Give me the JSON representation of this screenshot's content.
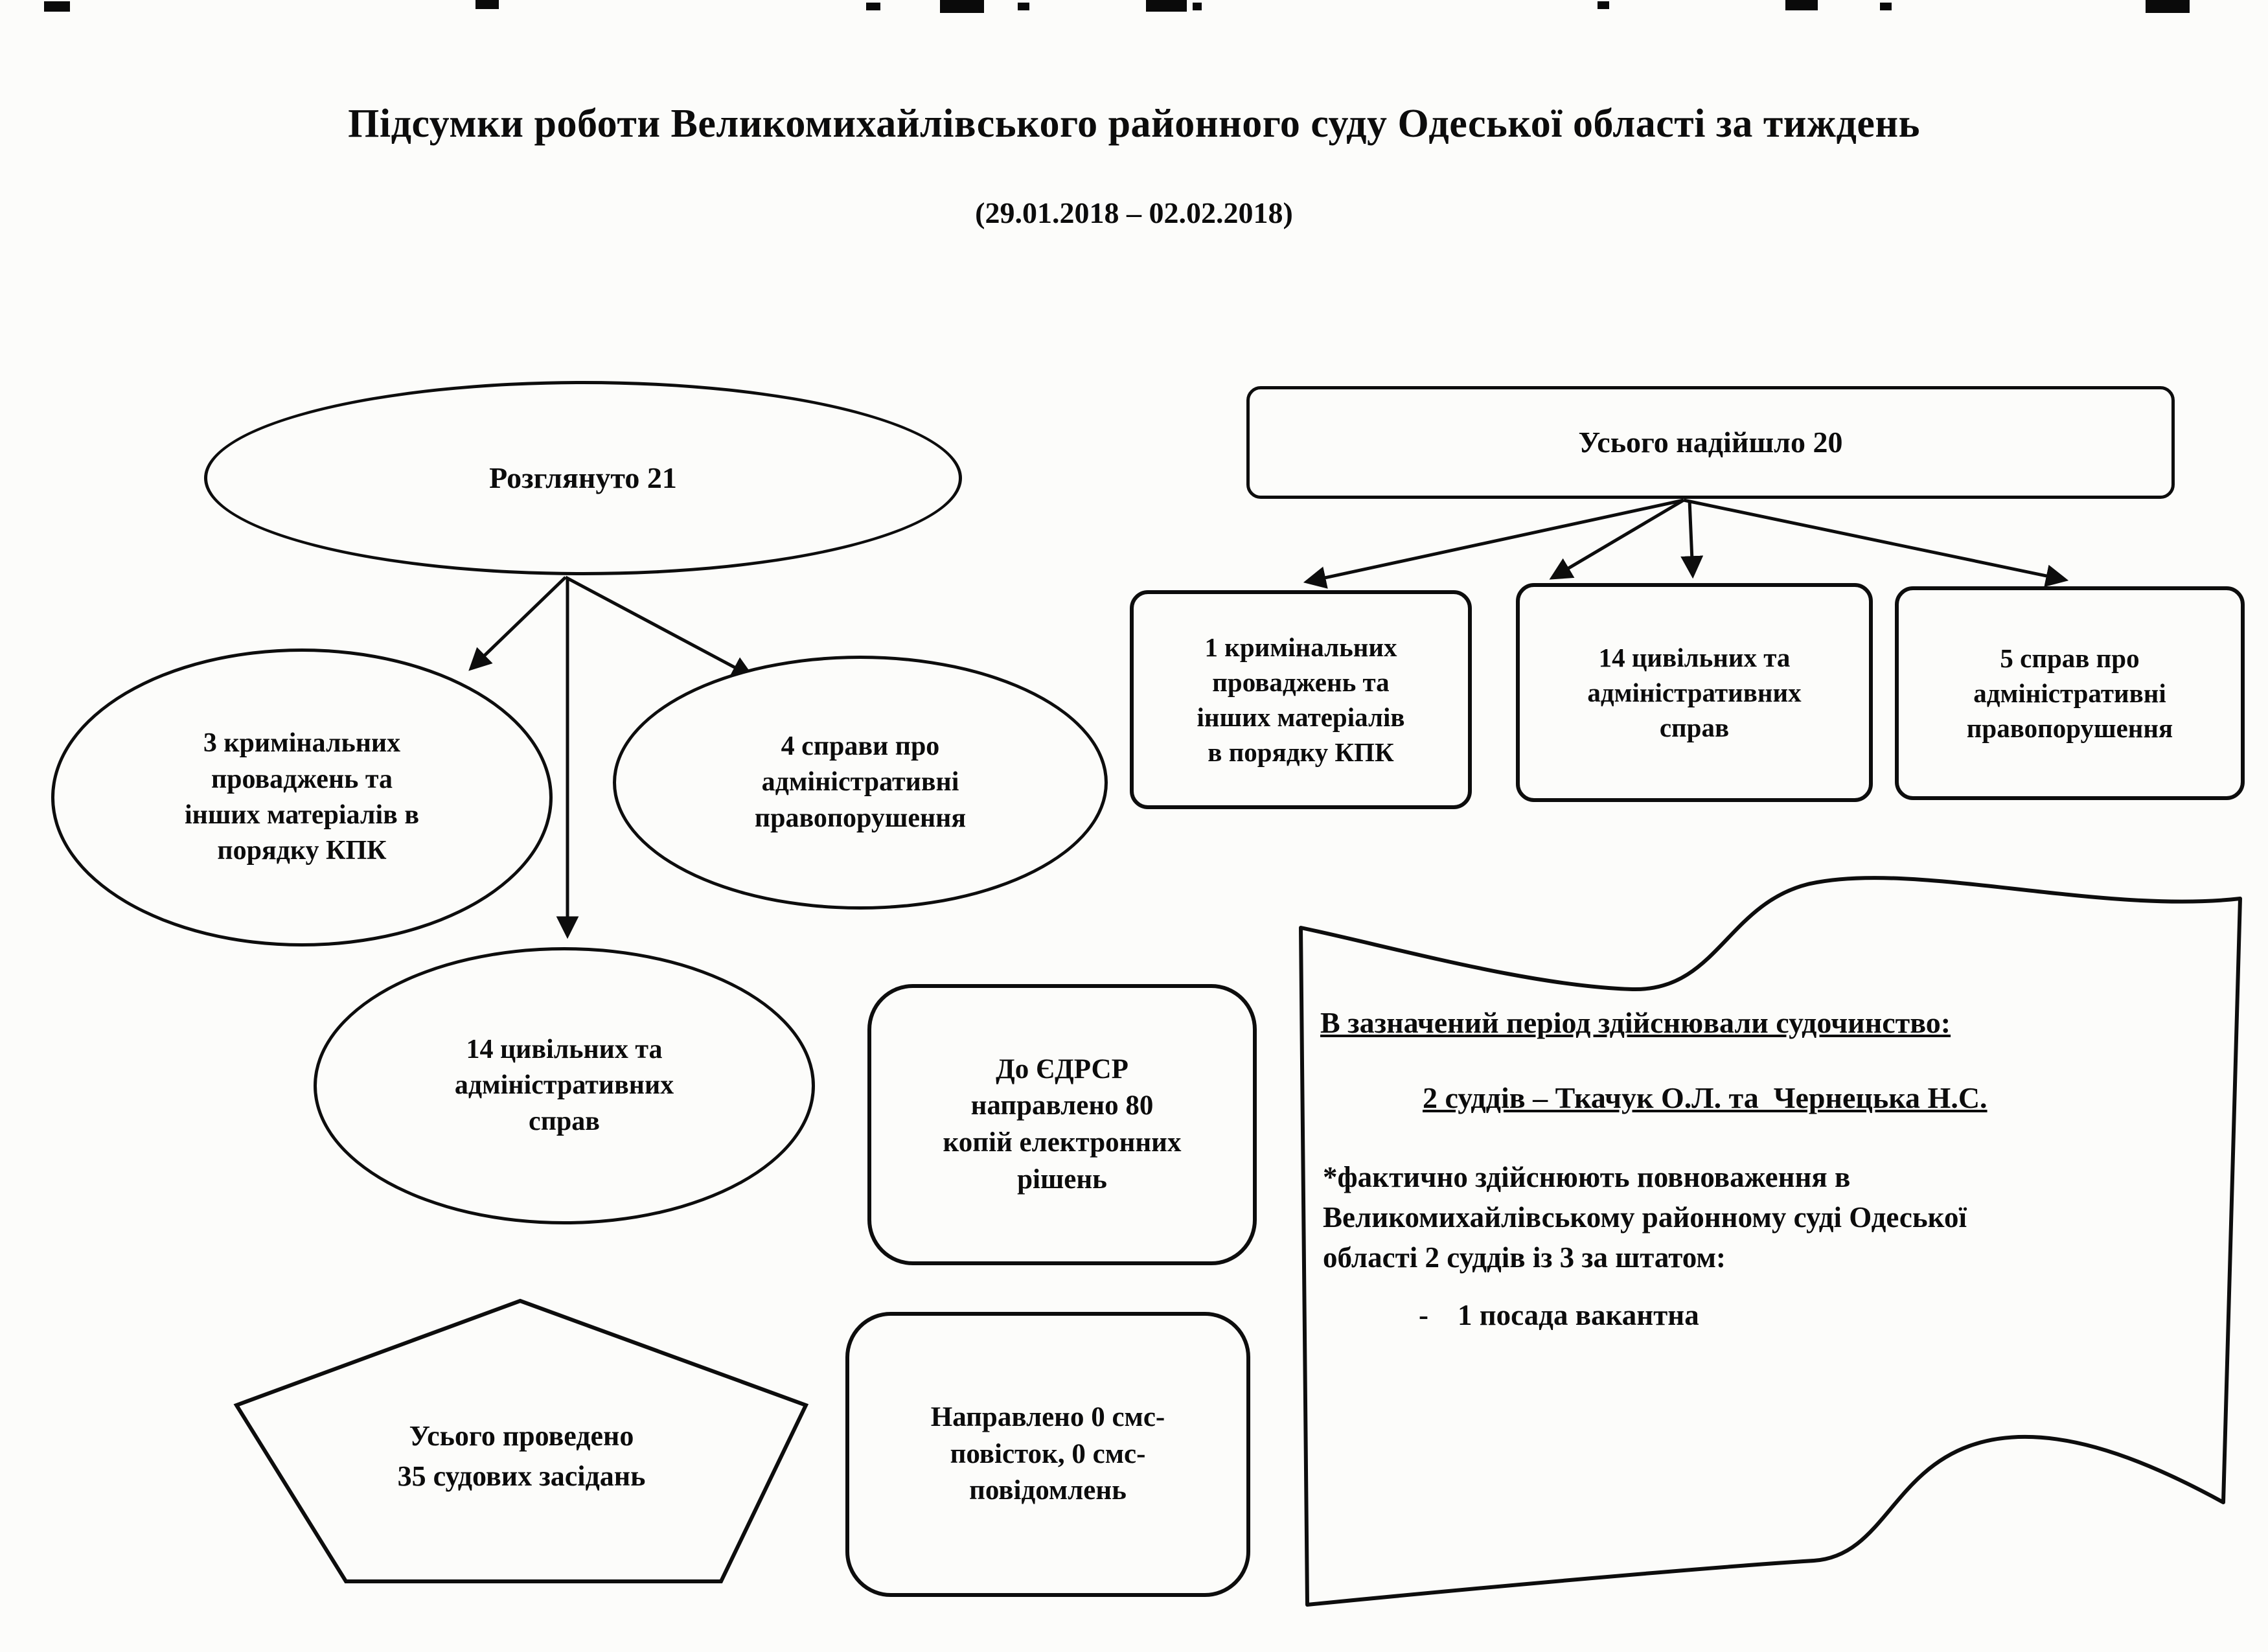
{
  "header": {
    "title": "Підсумки роботи Великомихайлівського районного суду Одеської області за тиждень",
    "subtitle": "(29.01.2018 – 02.02.2018)"
  },
  "reviewed": {
    "total": "Розглянуто 21",
    "criminal": "3 кримінальних\nпроваджень та\nінших матеріалів в\nпорядку КПК",
    "admin_offenses": "4 справи про\nадміністративні\nправопорушення",
    "civil": "14 цивільних та\nадміністративних\nсправ",
    "hearings_total": "Усього проведено\n35 судових засідань"
  },
  "received": {
    "total": "Усього надійшло 20",
    "criminal": "1 кримінальних\nпроваджень та\nінших матеріалів\nв порядку КПК",
    "civil": "14 цивільних та\nадміністративних\nсправ",
    "admin_offenses": "5 справ про\nадміністративні\nправопорушення"
  },
  "registry": {
    "edrsr_copies": "До ЄДРСР\nнаправлено 80\nкопій електронних\nрішень",
    "sms_notices": "Направлено 0 смс-\nповісток, 0 смс-\nповідомлень"
  },
  "judiciary": {
    "heading": "В зазначений період здійснювали судочинство:",
    "judges_line": "2 суддів – Ткачук О.Л. та  Чернецька Н.С.",
    "note": "*фактично здійснюють повноваження в\nВеликомихайлівському районному суді Одеської\nобласті 2 суддів із 3 за штатом:",
    "vacancy_line": "-    1 посада вакантна"
  }
}
